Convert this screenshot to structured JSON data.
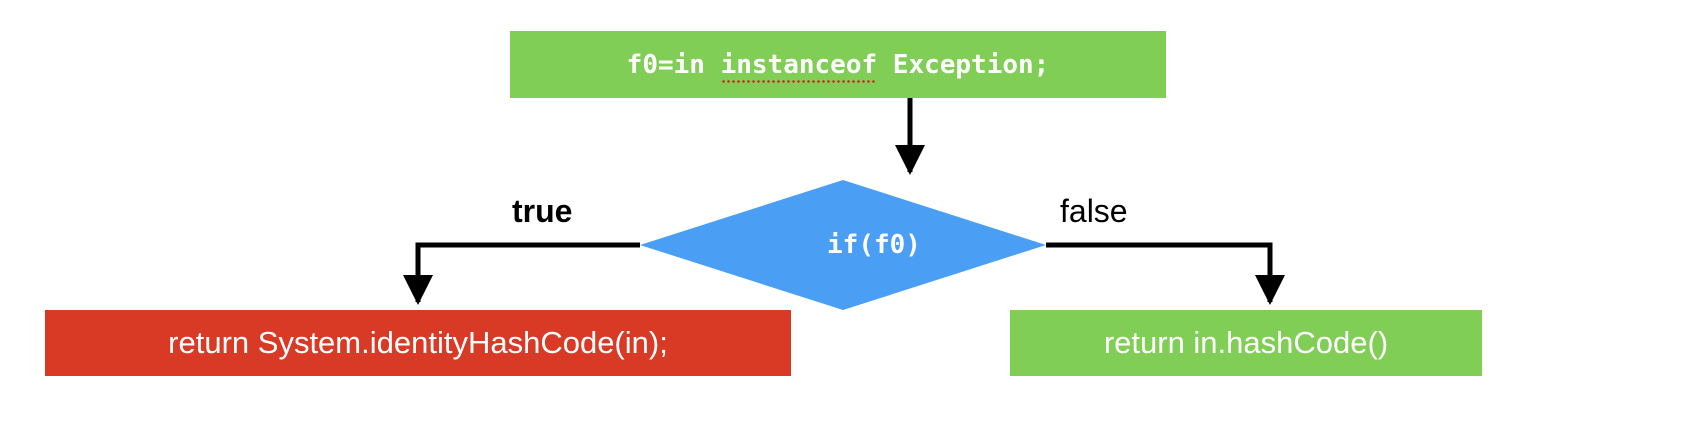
{
  "diagram": {
    "title": "Java hashCode conditional flowchart",
    "type": "flowchart",
    "colors": {
      "green": "#80CE55",
      "red": "#D93A26",
      "blue": "#4A9FF5",
      "edge": "#000000",
      "node_text": "#FFFFFF",
      "spellcheck_underline": "#E02020"
    }
  },
  "nodes": {
    "statement": {
      "label_full": "f0=in instanceof Exception;",
      "label_prefix": "f0=in ",
      "label_misspelled": "instanceof",
      "label_suffix": " Exception;",
      "shape": "rectangle",
      "fill": "#80CE55"
    },
    "decision": {
      "label": "if(f0)",
      "shape": "diamond",
      "fill": "#4A9FF5"
    },
    "true_result": {
      "label": "return System.identityHashCode(in);",
      "shape": "rectangle",
      "fill": "#D93A26"
    },
    "false_result": {
      "label": "return in.hashCode()",
      "shape": "rectangle",
      "fill": "#80CE55"
    }
  },
  "edges": {
    "statement_to_decision": {
      "label": ""
    },
    "decision_to_true": {
      "label": "true"
    },
    "decision_to_false": {
      "label": "false"
    }
  }
}
